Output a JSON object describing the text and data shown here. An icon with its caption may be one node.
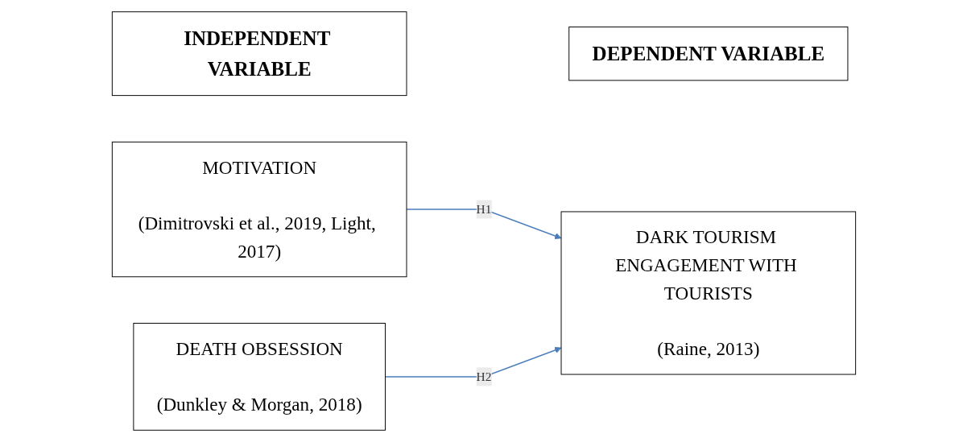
{
  "diagram": {
    "nodes": [
      {
        "text": [
          "INDEPENDENT VARIABLE"
        ]
      },
      {
        "text": [
          "DEPENDENT VARIABLE"
        ]
      },
      {
        "text": [
          "MOTIVATION",
          "(Dimitrovski et al., 2019, Light, 2017)"
        ]
      },
      {
        "text": [
          "DEATH OBSESSION",
          "(Dunkley & Morgan, 2018)"
        ]
      },
      {
        "text": [
          "DARK TOURISM ENGAGEMENT WITH TOURISTS",
          "(Raine, 2013)"
        ]
      }
    ],
    "edges": [
      {
        "from": 2,
        "to": 4,
        "arrow": "to",
        "label": "H1",
        "color": "#4a7ebb"
      },
      {
        "from": 3,
        "to": 4,
        "arrow": "to",
        "label": "H2",
        "color": "#4a7ebb"
      }
    ]
  }
}
